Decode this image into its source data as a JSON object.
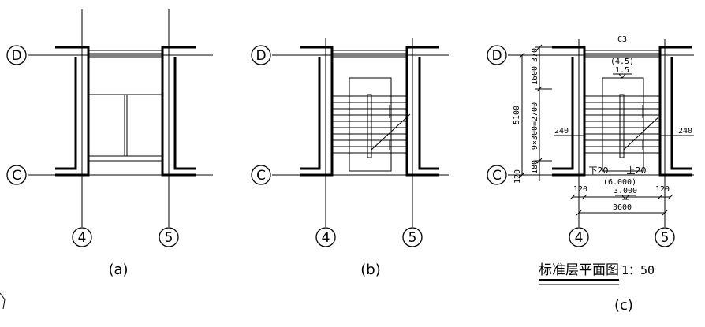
{
  "axes": {
    "row_top": "D",
    "row_bottom": "C",
    "col_left": "4",
    "col_right": "5"
  },
  "panels": [
    {
      "id": "a",
      "caption": "(a)"
    },
    {
      "id": "b",
      "caption": "(b)"
    },
    {
      "id": "c",
      "caption": "(c)"
    }
  ],
  "plan_c": {
    "window_label": "C3",
    "landing_elev": "(4.5)",
    "landing_elev2": "1.5",
    "down_label": "下20",
    "up_label": "上20",
    "floor_elev_paren": "(6.000)",
    "floor_elev": "3.000",
    "wall_thickness_left": "240",
    "wall_thickness_right": "240",
    "dim_total_vertical": "5100",
    "dim_top": "370",
    "dim_landing": "1600",
    "dim_flight": "9×300=2700",
    "dim_bottom_a": "180",
    "dim_bottom_b": "120",
    "dim_offset_left": "120",
    "dim_offset_right": "120",
    "dim_axes": "3600"
  },
  "title": "标准层平面图",
  "scale": "1：50"
}
